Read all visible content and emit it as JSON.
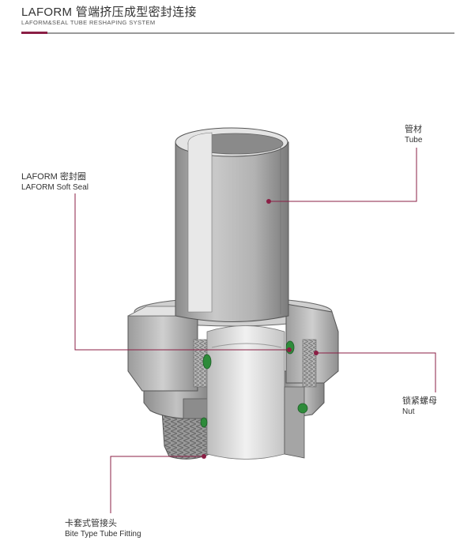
{
  "header": {
    "title": "LAFORM 管端挤压成型密封连接",
    "subtitle": "LAFORM&SEAL TUBE RESHAPING SYSTEM"
  },
  "labels": {
    "tube": {
      "zh": "管材",
      "en": "Tube"
    },
    "seal": {
      "zh": "LAFORM 密封圈",
      "en": "LAFORM Soft Seal"
    },
    "nut": {
      "zh": "锁紧螺母",
      "en": "Nut"
    },
    "fitting": {
      "zh": "卡套式管接头",
      "en": "Bite Type Tube Fitting"
    }
  },
  "colors": {
    "accent": "#8b1f45",
    "seal_green": "#2e8b3a",
    "metal_light": "#d4d4d4",
    "metal_mid": "#a9a9a9",
    "metal_dark": "#6e6e6e",
    "header_rule": "#9a9a9a"
  }
}
